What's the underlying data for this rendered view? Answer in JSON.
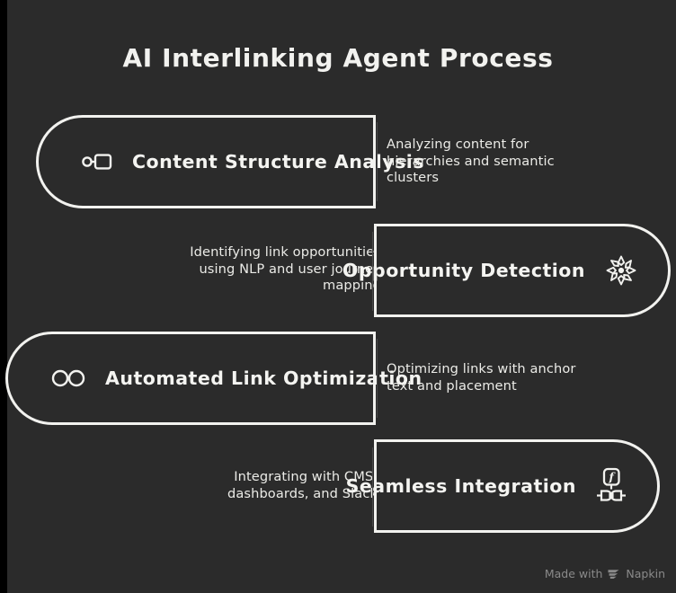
{
  "page": {
    "title": "AI Interlinking Agent Process",
    "background_color": "#2b2b2b",
    "accent_color": "#f2f2ef"
  },
  "steps": [
    {
      "label": "Content Structure Analysis",
      "icon": "tag-connector-icon",
      "side": "left",
      "description": "Analyzing content for hierarchies and semantic clusters"
    },
    {
      "label": "Opportunity Detection",
      "icon": "snowflake-burst-icon",
      "side": "right",
      "description": "Identifying link opportunities using NLP and user journey mapping"
    },
    {
      "label": "Automated Link Optimization",
      "icon": "infinity-link-icon",
      "side": "left",
      "description": "Optimizing links with anchor text and placement"
    },
    {
      "label": "Seamless Integration",
      "icon": "plugin-connector-icon",
      "side": "right",
      "description": "Integrating with CMS, dashboards, and Slack"
    }
  ],
  "footer": {
    "made_with": "Made with",
    "brand": "Napkin",
    "logo_icon": "napkin-chevrons-icon"
  }
}
